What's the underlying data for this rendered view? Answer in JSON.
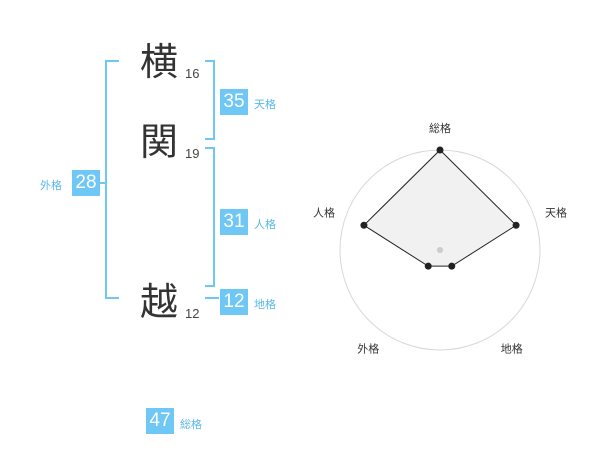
{
  "characters": [
    {
      "char": "横",
      "strokes": "16"
    },
    {
      "char": "関",
      "strokes": "19"
    },
    {
      "char": "越",
      "strokes": "12"
    }
  ],
  "kakusu": {
    "tenkaku": {
      "value": "35",
      "label": "天格"
    },
    "jinkaku": {
      "value": "31",
      "label": "人格"
    },
    "chikaku": {
      "value": "12",
      "label": "地格"
    },
    "gaikaku": {
      "value": "28",
      "label": "外格"
    },
    "soukaku": {
      "value": "47",
      "label": "総格"
    }
  },
  "chart_data": {
    "type": "radar",
    "axes": [
      "総格",
      "天格",
      "地格",
      "外格",
      "人格"
    ],
    "values": [
      5,
      4,
      1,
      1,
      4
    ],
    "max": 5,
    "rings": 5
  },
  "colors": {
    "accent": "#6ec7f5",
    "label": "#5ab8ea"
  }
}
